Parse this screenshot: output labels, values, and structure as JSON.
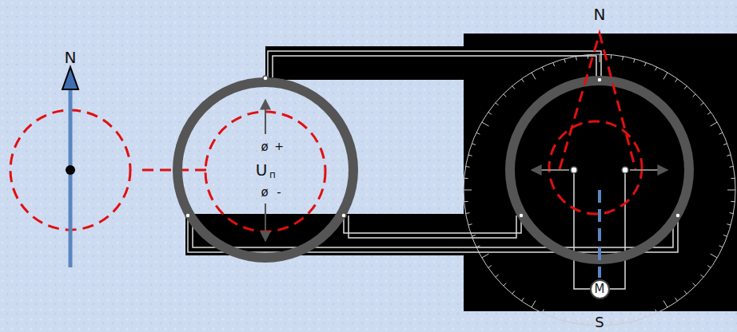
{
  "diagram": {
    "nodes": [
      {
        "text": [
          "M"
        ]
      }
    ],
    "labels": [
      "N",
      "ø",
      "+",
      "U",
      "п",
      "ø",
      "-",
      "N",
      "S"
    ]
  }
}
